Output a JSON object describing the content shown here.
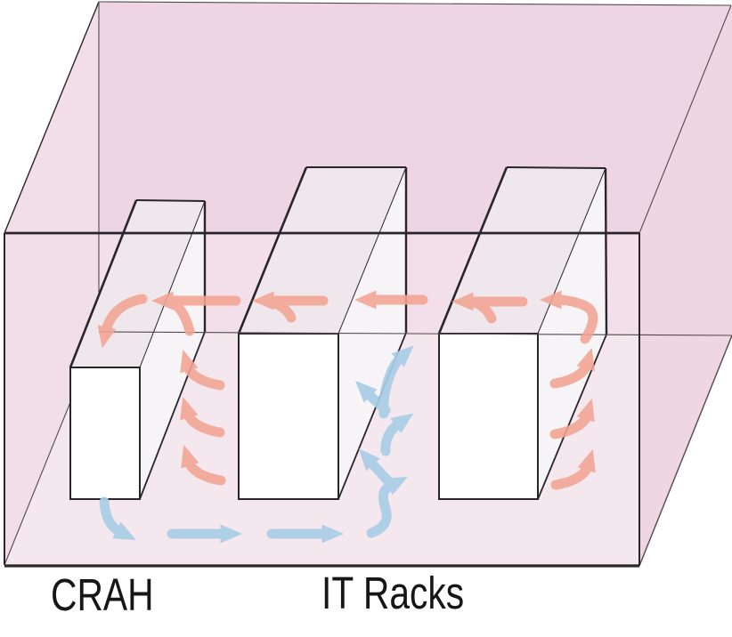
{
  "labels": {
    "crah": "CRAH",
    "it_racks": "IT Racks"
  },
  "airflow": {
    "hot_air_color": "#f2a492",
    "cold_air_color": "#a8cee6",
    "hot_flow": "leftward along ceiling, curving down into CRAH; rising from hot aisles",
    "cold_flow": "rightward along floor from CRAH, rising up into rack intakes",
    "hot_arrow_head_count": 12,
    "cold_arrow_head_count": 8
  },
  "room": {
    "ceiling_color": "#eed5e3",
    "left_wall_color": "#f1dee9",
    "back_wall_color": "#f2dfe9",
    "right_wall_color": "#eed6e3",
    "floor_color": "#f5e7ee",
    "rack_front_color": "#ffffff",
    "rack_top_color": "#f0e7ed",
    "rack_side_color": "#f6f4f6",
    "outline_strong": "#29252b",
    "outline_thin": "#55494f",
    "label_text_color": "#161616",
    "background": "#ffffff"
  }
}
